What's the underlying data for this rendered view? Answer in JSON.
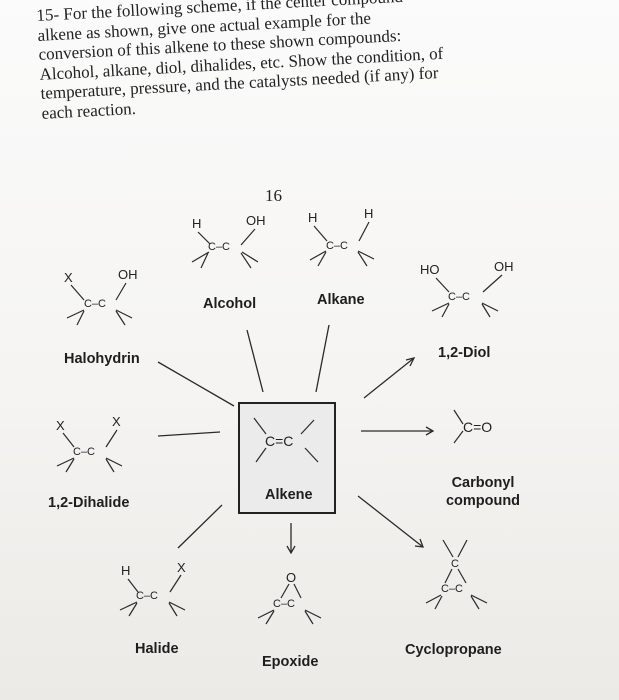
{
  "question": {
    "lines": [
      "15- For the following scheme, if the center compound",
      "alkene as shown, give one actual example for the",
      "conversion of this alkene to these shown compounds:",
      "Alcohol, alkane, diol, dihalides, etc. Show the condition, of",
      "temperature, pressure, and the catalysts needed (if any) for",
      "each reaction."
    ]
  },
  "page_number": "16",
  "atoms": {
    "carbon": "C",
    "hydrogen": "H",
    "halogen": "X",
    "hydroxyl": "OH",
    "hydroxyl_left": "HO",
    "oxygen": "O",
    "single_bond": "C–C",
    "double_bond_cc": "C=C",
    "double_bond_co": "C=O"
  },
  "labels": {
    "center": "Alkene",
    "alcohol": "Alcohol",
    "alkane": "Alkane",
    "diol": "1,2-Diol",
    "carbonyl_line1": "Carbonyl",
    "carbonyl_line2": "compound",
    "cyclopropane": "Cyclopropane",
    "epoxide": "Epoxide",
    "halide": "Halide",
    "dihalide": "1,2-Dihalide",
    "halohydrin": "Halohydrin"
  }
}
